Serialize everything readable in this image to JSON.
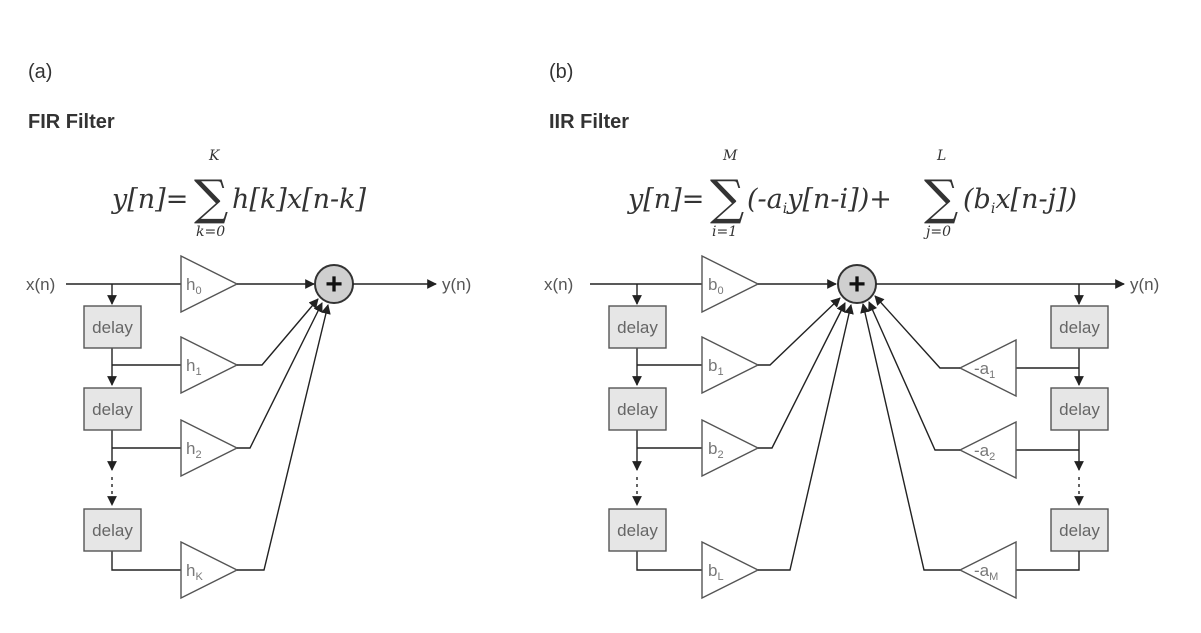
{
  "fir": {
    "panel_label": "(a)",
    "title": "FIR Filter",
    "equation": {
      "lhs": "y[n]=",
      "sigma": "∑",
      "upper": "K",
      "lower": "k=0",
      "body": "h[k]x[n-k]"
    },
    "input_label": "x(n)",
    "output_label": "y(n)",
    "sum_symbol": "+",
    "delay_label": "delay",
    "gains": [
      {
        "base": "h",
        "sub": "0"
      },
      {
        "base": "h",
        "sub": "1"
      },
      {
        "base": "h",
        "sub": "2"
      },
      {
        "base": "h",
        "sub": "K"
      }
    ]
  },
  "iir": {
    "panel_label": "(b)",
    "title": "IIR Filter",
    "equation": {
      "lhs": "y[n]=",
      "sigma1": "∑",
      "upper1": "M",
      "lower1": "i=1",
      "body1_pre": "(-a",
      "body1_sub": "i",
      "body1_post": "y[n-i])+",
      "sigma2": "∑",
      "upper2": "L",
      "lower2": "j=0",
      "body2_pre": "(b",
      "body2_sub": "i",
      "body2_post": "x[n-j])"
    },
    "input_label": "x(n)",
    "output_label": "y(n)",
    "sum_symbol": "+",
    "delay_label": "delay",
    "feedforward_gains": [
      {
        "base": "b",
        "sub": "0"
      },
      {
        "base": "b",
        "sub": "1"
      },
      {
        "base": "b",
        "sub": "2"
      },
      {
        "base": "b",
        "sub": "L"
      }
    ],
    "feedback_gains": [
      {
        "base": "-a",
        "sub": "1"
      },
      {
        "base": "-a",
        "sub": "2"
      },
      {
        "base": "-a",
        "sub": "M"
      }
    ]
  }
}
